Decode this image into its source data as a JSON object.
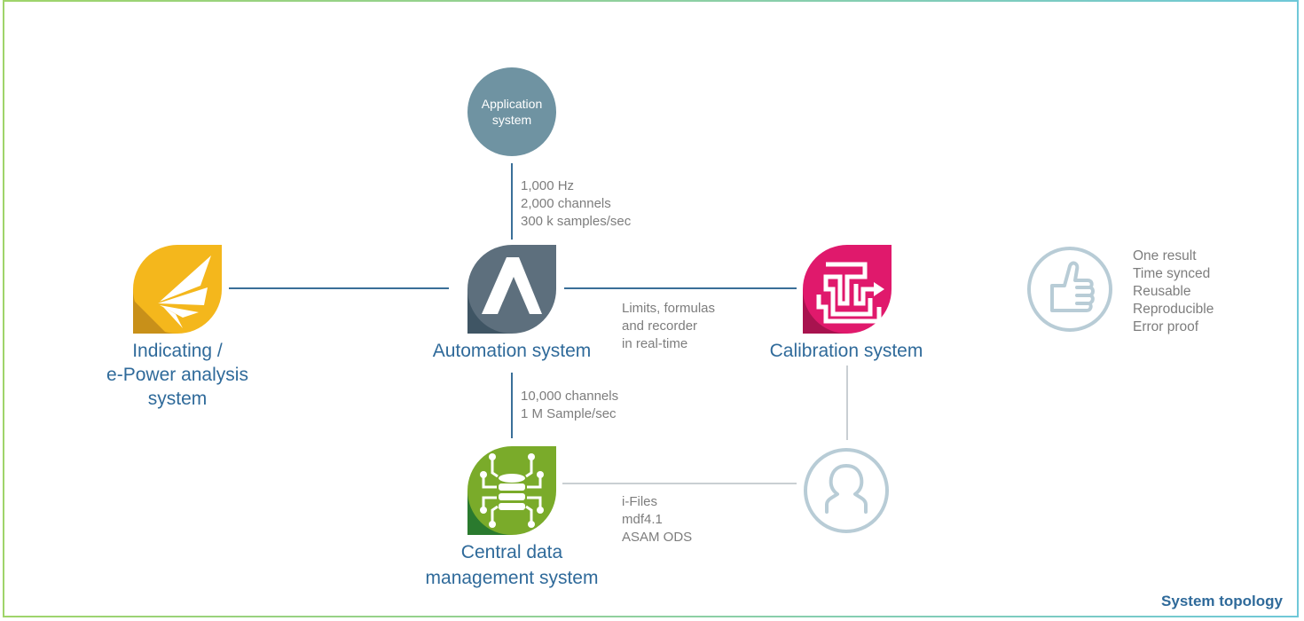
{
  "diagram": {
    "caption": "System topology",
    "colors": {
      "indicating": "#f4b71c",
      "automation": "#5d6f7d",
      "calibration": "#e0196c",
      "data_management": "#7aab2a",
      "application": "#6f93a2",
      "label_blue": "#2f6a9a",
      "line_blue": "#3a6f98",
      "line_gray": "#c9cfd3",
      "outline_icon": "#b8ccd6"
    },
    "nodes": {
      "application": {
        "line1": "Application",
        "line2": "system"
      },
      "indicating": {
        "line1": "Indicating /",
        "line2": "e-Power analysis",
        "line3": "system",
        "icon": "wings-icon"
      },
      "automation": {
        "label": "Automation system",
        "icon": "letter-a-icon"
      },
      "calibration": {
        "label": "Calibration system",
        "icon": "maze-arrow-icon"
      },
      "data_management": {
        "line1": "Central data",
        "line2": "management system",
        "icon": "database-circuit-icon"
      },
      "user": {
        "icon": "user-icon"
      },
      "benefits": {
        "icon": "thumbs-up-icon"
      }
    },
    "edge_notes": {
      "application_automation": [
        "1,000 Hz",
        "2,000 channels",
        "300 k samples/sec"
      ],
      "automation_calibration": [
        "Limits, formulas",
        "and recorder",
        "in real-time"
      ],
      "automation_data": [
        "10,000 channels",
        "1 M Sample/sec"
      ],
      "data_user": [
        "i-Files",
        "mdf4.1",
        "ASAM ODS"
      ]
    },
    "benefits": [
      "One result",
      "Time synced",
      "Reusable",
      "Reproducible",
      "Error proof"
    ]
  }
}
